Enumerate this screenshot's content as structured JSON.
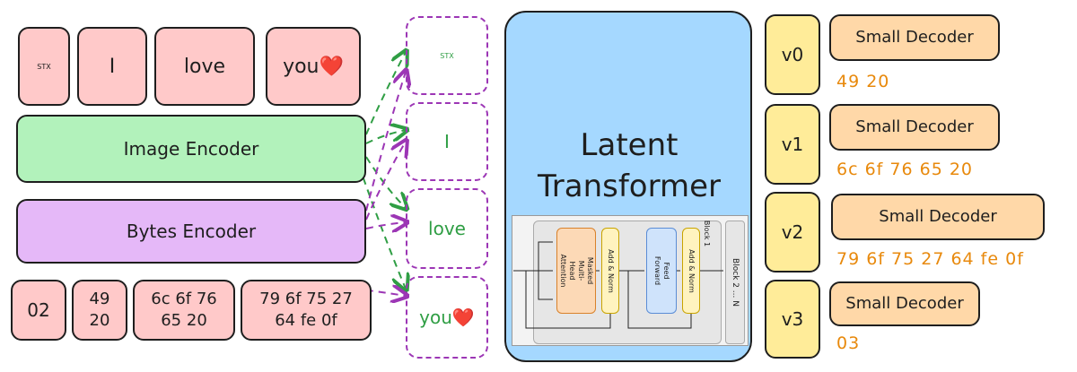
{
  "tokens": {
    "stx": "STX",
    "i": "I",
    "love": "love",
    "you": "you",
    "heart": "❤️"
  },
  "encoders": {
    "image": "Image Encoder",
    "bytes": "Bytes Encoder"
  },
  "bytes": {
    "b0": "02",
    "b1_l1": "49",
    "b1_l2": "20",
    "b2_l1": "6c 6f 76",
    "b2_l2": "65 20",
    "b3_l1": "79 6f 75 27",
    "b3_l2": "64 fe 0f"
  },
  "patches": {
    "stx": "STX",
    "i": "I",
    "love": "love",
    "you": "you"
  },
  "latent": {
    "line1": "Latent",
    "line2": "Transformer",
    "block1": "Block 1",
    "block_rest": "Block 2 ... N",
    "attn": "Masked Multi-Head Attention",
    "addnorm": "Add & Norm",
    "ff": "Feed Forward"
  },
  "outputs": [
    {
      "var": "v0",
      "decoder": "Small Decoder",
      "hex": "49 20"
    },
    {
      "var": "v1",
      "decoder": "Small Decoder",
      "hex": "6c 6f 76 65 20"
    },
    {
      "var": "v2",
      "decoder": "Small Decoder",
      "hex": "79 6f 75 27 64 fe 0f"
    },
    {
      "var": "v3",
      "decoder": "Small Decoder",
      "hex": "03"
    }
  ],
  "colors": {
    "pink": "#ffc9c9",
    "green": "#b2f2bb",
    "purple": "#e5b8f8",
    "yellow": "#ffec99",
    "orange": "#ffd8a8",
    "blue": "#a5d8ff",
    "hex_text": "#e8890c",
    "dash_purple": "#9c36b5",
    "arrow_green": "#2f9e44"
  }
}
